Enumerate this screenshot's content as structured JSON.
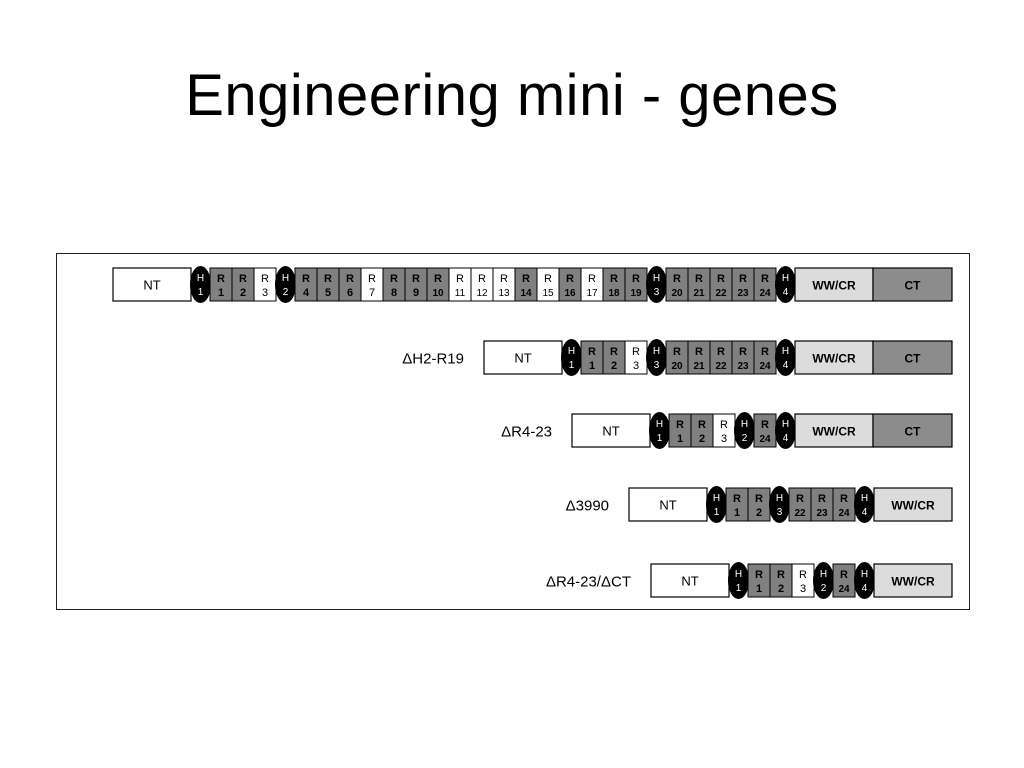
{
  "slide": {
    "title": "Engineering mini - genes"
  },
  "colors": {
    "repeat_dark": "#808080",
    "repeat_light": "#ffffff",
    "hinge": "#000000",
    "wwcr": "#dcdcdc",
    "ct": "#8c8c8c",
    "nt": "#ffffff"
  },
  "constructs": [
    {
      "label": "",
      "domains": [
        {
          "t": "NT",
          "text": "NT"
        },
        {
          "t": "H",
          "text": "H",
          "sub": "1"
        },
        {
          "t": "R",
          "text": "R",
          "sub": "1",
          "shade": "dark"
        },
        {
          "t": "R",
          "text": "R",
          "sub": "2",
          "shade": "dark"
        },
        {
          "t": "R",
          "text": "R",
          "sub": "3",
          "shade": "light"
        },
        {
          "t": "H",
          "text": "H",
          "sub": "2"
        },
        {
          "t": "R",
          "text": "R",
          "sub": "4",
          "shade": "dark"
        },
        {
          "t": "R",
          "text": "R",
          "sub": "5",
          "shade": "dark"
        },
        {
          "t": "R",
          "text": "R",
          "sub": "6",
          "shade": "dark"
        },
        {
          "t": "R",
          "text": "R",
          "sub": "7",
          "shade": "light"
        },
        {
          "t": "R",
          "text": "R",
          "sub": "8",
          "shade": "dark"
        },
        {
          "t": "R",
          "text": "R",
          "sub": "9",
          "shade": "dark"
        },
        {
          "t": "R",
          "text": "R",
          "sub": "10",
          "shade": "dark"
        },
        {
          "t": "R",
          "text": "R",
          "sub": "11",
          "shade": "light"
        },
        {
          "t": "R",
          "text": "R",
          "sub": "12",
          "shade": "light"
        },
        {
          "t": "R",
          "text": "R",
          "sub": "13",
          "shade": "light"
        },
        {
          "t": "R",
          "text": "R",
          "sub": "14",
          "shade": "dark"
        },
        {
          "t": "R",
          "text": "R",
          "sub": "15",
          "shade": "light"
        },
        {
          "t": "R",
          "text": "R",
          "sub": "16",
          "shade": "dark"
        },
        {
          "t": "R",
          "text": "R",
          "sub": "17",
          "shade": "light"
        },
        {
          "t": "R",
          "text": "R",
          "sub": "18",
          "shade": "dark"
        },
        {
          "t": "R",
          "text": "R",
          "sub": "19",
          "shade": "dark"
        },
        {
          "t": "H",
          "text": "H",
          "sub": "3"
        },
        {
          "t": "R",
          "text": "R",
          "sub": "20",
          "shade": "dark"
        },
        {
          "t": "R",
          "text": "R",
          "sub": "21",
          "shade": "dark"
        },
        {
          "t": "R",
          "text": "R",
          "sub": "22",
          "shade": "dark"
        },
        {
          "t": "R",
          "text": "R",
          "sub": "23",
          "shade": "dark"
        },
        {
          "t": "R",
          "text": "R",
          "sub": "24",
          "shade": "dark"
        },
        {
          "t": "H",
          "text": "H",
          "sub": "4"
        },
        {
          "t": "WW",
          "text": "WW/CR"
        },
        {
          "t": "CT",
          "text": "CT"
        }
      ]
    },
    {
      "label": "ΔH2-R19",
      "domains": [
        {
          "t": "NT",
          "text": "NT"
        },
        {
          "t": "H",
          "text": "H",
          "sub": "1"
        },
        {
          "t": "R",
          "text": "R",
          "sub": "1",
          "shade": "dark"
        },
        {
          "t": "R",
          "text": "R",
          "sub": "2",
          "shade": "dark"
        },
        {
          "t": "R",
          "text": "R",
          "sub": "3",
          "shade": "light"
        },
        {
          "t": "H",
          "text": "H",
          "sub": "3"
        },
        {
          "t": "R",
          "text": "R",
          "sub": "20",
          "shade": "dark"
        },
        {
          "t": "R",
          "text": "R",
          "sub": "21",
          "shade": "dark"
        },
        {
          "t": "R",
          "text": "R",
          "sub": "22",
          "shade": "dark"
        },
        {
          "t": "R",
          "text": "R",
          "sub": "23",
          "shade": "dark"
        },
        {
          "t": "R",
          "text": "R",
          "sub": "24",
          "shade": "dark"
        },
        {
          "t": "H",
          "text": "H",
          "sub": "4"
        },
        {
          "t": "WW",
          "text": "WW/CR"
        },
        {
          "t": "CT",
          "text": "CT"
        }
      ]
    },
    {
      "label": "ΔR4-23",
      "domains": [
        {
          "t": "NT",
          "text": "NT"
        },
        {
          "t": "H",
          "text": "H",
          "sub": "1"
        },
        {
          "t": "R",
          "text": "R",
          "sub": "1",
          "shade": "dark"
        },
        {
          "t": "R",
          "text": "R",
          "sub": "2",
          "shade": "dark"
        },
        {
          "t": "R",
          "text": "R",
          "sub": "3",
          "shade": "light"
        },
        {
          "t": "H",
          "text": "H",
          "sub": "2"
        },
        {
          "t": "R",
          "text": "R",
          "sub": "24",
          "shade": "dark"
        },
        {
          "t": "H",
          "text": "H",
          "sub": "4"
        },
        {
          "t": "WW",
          "text": "WW/CR"
        },
        {
          "t": "CT",
          "text": "CT"
        }
      ]
    },
    {
      "label": "Δ3990",
      "domains": [
        {
          "t": "NT",
          "text": "NT"
        },
        {
          "t": "H",
          "text": "H",
          "sub": "1"
        },
        {
          "t": "R",
          "text": "R",
          "sub": "1",
          "shade": "dark"
        },
        {
          "t": "R",
          "text": "R",
          "sub": "2",
          "shade": "dark"
        },
        {
          "t": "H",
          "text": "H",
          "sub": "3"
        },
        {
          "t": "R",
          "text": "R",
          "sub": "22",
          "shade": "dark"
        },
        {
          "t": "R",
          "text": "R",
          "sub": "23",
          "shade": "dark"
        },
        {
          "t": "R",
          "text": "R",
          "sub": "24",
          "shade": "dark"
        },
        {
          "t": "H",
          "text": "H",
          "sub": "4"
        },
        {
          "t": "WW",
          "text": "WW/CR"
        }
      ]
    },
    {
      "label": "ΔR4-23/ΔCT",
      "domains": [
        {
          "t": "NT",
          "text": "NT"
        },
        {
          "t": "H",
          "text": "H",
          "sub": "1"
        },
        {
          "t": "R",
          "text": "R",
          "sub": "1",
          "shade": "dark"
        },
        {
          "t": "R",
          "text": "R",
          "sub": "2",
          "shade": "dark"
        },
        {
          "t": "R",
          "text": "R",
          "sub": "3",
          "shade": "light"
        },
        {
          "t": "H",
          "text": "H",
          "sub": "2"
        },
        {
          "t": "R",
          "text": "R",
          "sub": "24",
          "shade": "dark"
        },
        {
          "t": "H",
          "text": "H",
          "sub": "4"
        },
        {
          "t": "WW",
          "text": "WW/CR"
        }
      ]
    }
  ]
}
